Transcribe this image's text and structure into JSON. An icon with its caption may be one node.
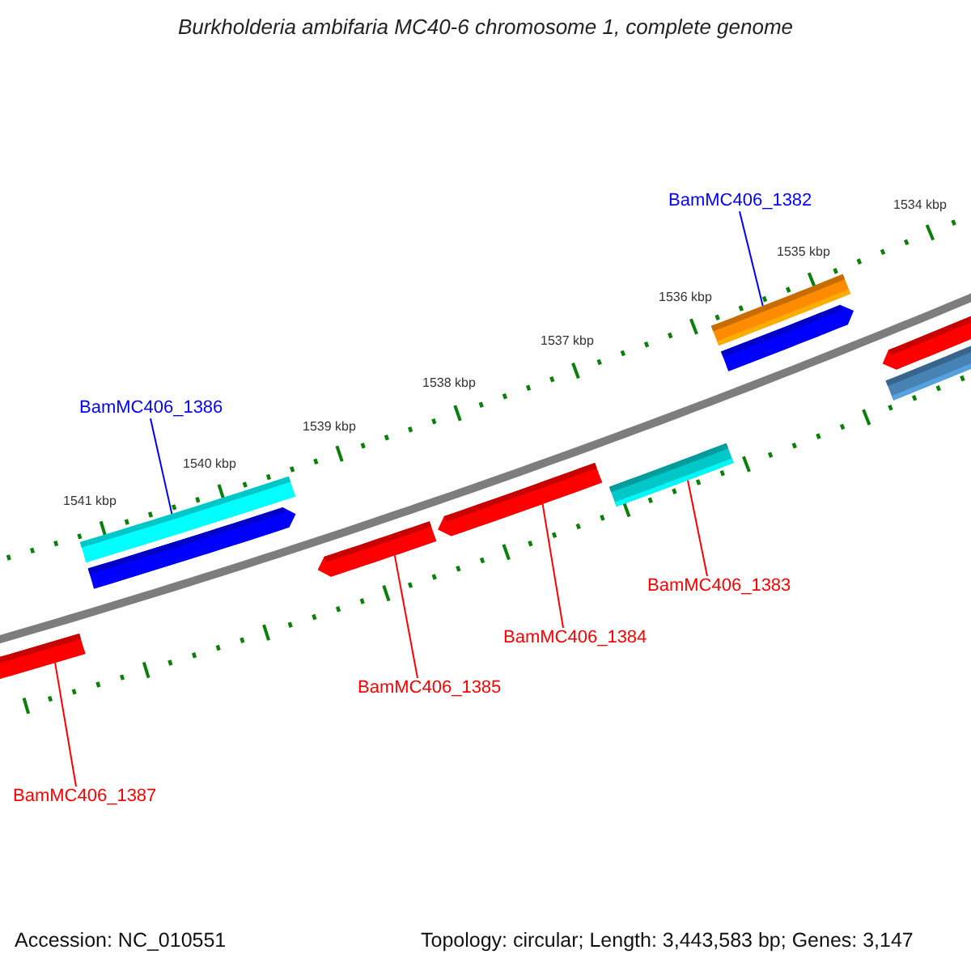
{
  "diagram": {
    "title": "Burkholderia ambifaria MC40-6 chromosome 1, complete genome",
    "nodes": [
      {
        "text": [
          "BamMC406_1382"
        ]
      },
      {
        "text": [
          "BamMC406_1386"
        ]
      },
      {
        "text": [
          "BamMC406_1383"
        ]
      },
      {
        "text": [
          "BamMC406_1384"
        ]
      },
      {
        "text": [
          "BamMC406_1385"
        ]
      },
      {
        "text": [
          "BamMC406_1387"
        ]
      },
      {
        "text": [],
        "shape": "bar"
      },
      {
        "text": [],
        "shape": "bar"
      },
      {
        "text": [],
        "shape": "bar"
      },
      {
        "text": [],
        "shape": "bar"
      },
      {
        "text": [],
        "shape": "bar"
      },
      {
        "text": [],
        "shape": "bar"
      },
      {
        "text": [],
        "shape": "bar"
      },
      {
        "text": [],
        "shape": "bar"
      },
      {
        "text": [],
        "shape": "bar"
      },
      {
        "text": [],
        "shape": "bar"
      }
    ],
    "edges": [
      {
        "from": 0,
        "to": 6,
        "arrow": "none",
        "color": "#0000ff"
      },
      {
        "from": 1,
        "to": 7,
        "arrow": "none",
        "color": "#0000ff"
      },
      {
        "from": 2,
        "to": 8,
        "arrow": "none"
      },
      {
        "from": 3,
        "to": 9,
        "arrow": "none"
      },
      {
        "from": 4,
        "to": 10,
        "arrow": "none"
      },
      {
        "from": 5,
        "to": 11,
        "arrow": "none"
      }
    ],
    "labels": [
      "1534 kbp",
      "1535 kbp",
      "1536 kbp",
      "1537 kbp",
      "1538 kbp",
      "1539 kbp",
      "1540 kbp",
      "1541 kbp",
      "Accession: NC_010551",
      "Topology: circular; Length: 3,443,583 bp; Genes: 3,147"
    ]
  }
}
